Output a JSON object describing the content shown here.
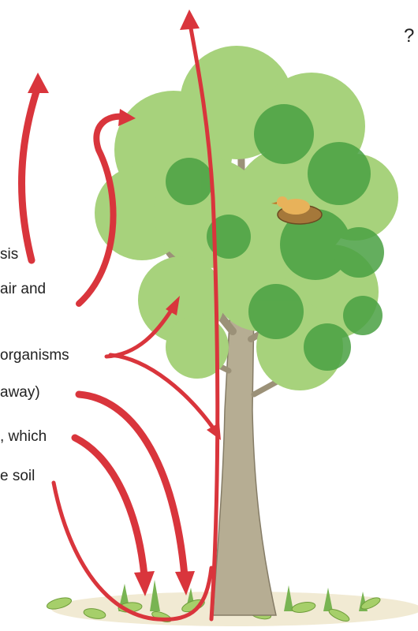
{
  "question_mark": "?",
  "labels": [
    "sis",
    "air and",
    "organisms",
    "away)",
    ", which",
    "e soil"
  ],
  "colors": {
    "arrow": "#d9353c",
    "foliage_light": "#9fcf6f",
    "foliage_dark": "#3f9a3c",
    "trunk": "#b3a98f",
    "ground_leaf": "#8cbf56",
    "nest": "#a5783a",
    "bird": "#e8b25a"
  }
}
